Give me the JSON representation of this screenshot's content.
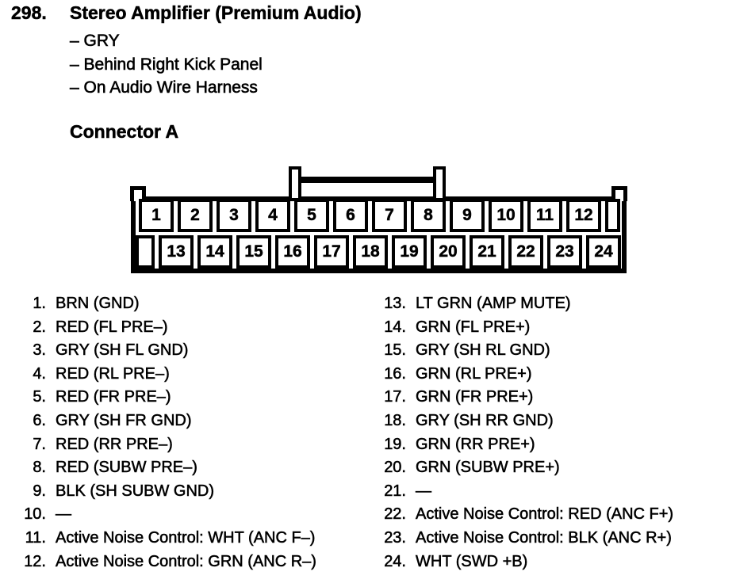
{
  "page": {
    "section_number": "298.",
    "title": "Stereo Amplifier (Premium Audio)",
    "details": [
      "– GRY",
      "– Behind Right Kick Panel",
      "– On Audio Wire Harness"
    ],
    "connector_label": "Connector A"
  },
  "connector": {
    "top_row_pins": [
      "1",
      "2",
      "3",
      "4",
      "5",
      "6",
      "7",
      "8",
      "9",
      "10",
      "11",
      "12"
    ],
    "bottom_row_pins": [
      "13",
      "14",
      "15",
      "16",
      "17",
      "18",
      "19",
      "20",
      "21",
      "22",
      "23",
      "24"
    ]
  },
  "pin_list": {
    "left": [
      {
        "num": "1.",
        "desc": "BRN (GND)"
      },
      {
        "num": "2.",
        "desc": "RED (FL PRE–)"
      },
      {
        "num": "3.",
        "desc": "GRY (SH FL GND)"
      },
      {
        "num": "4.",
        "desc": "RED (RL PRE–)"
      },
      {
        "num": "5.",
        "desc": "RED (FR PRE–)"
      },
      {
        "num": "6.",
        "desc": "GRY (SH FR GND)"
      },
      {
        "num": "7.",
        "desc": "RED (RR PRE–)"
      },
      {
        "num": "8.",
        "desc": "RED (SUBW PRE–)"
      },
      {
        "num": "9.",
        "desc": "BLK (SH SUBW GND)"
      },
      {
        "num": "10.",
        "desc": "—"
      },
      {
        "num": "11.",
        "desc": "Active Noise Control: WHT (ANC F–)"
      },
      {
        "num": "12.",
        "desc": "Active Noise Control: GRN (ANC R–)"
      }
    ],
    "right": [
      {
        "num": "13.",
        "desc": "LT GRN (AMP MUTE)"
      },
      {
        "num": "14.",
        "desc": "GRN (FL PRE+)"
      },
      {
        "num": "15.",
        "desc": "GRY (SH RL GND)"
      },
      {
        "num": "16.",
        "desc": "GRN (RL PRE+)"
      },
      {
        "num": "17.",
        "desc": "GRN (FR PRE+)"
      },
      {
        "num": "18.",
        "desc": "GRY (SH RR GND)"
      },
      {
        "num": "19.",
        "desc": "GRN (RR PRE+)"
      },
      {
        "num": "20.",
        "desc": "GRN (SUBW PRE+)"
      },
      {
        "num": "21.",
        "desc": "—"
      },
      {
        "num": "22.",
        "desc": "Active Noise Control: RED (ANC F+)"
      },
      {
        "num": "23.",
        "desc": "Active Noise Control: BLK (ANC R+)"
      },
      {
        "num": "24.",
        "desc": "WHT (SWD +B)"
      }
    ]
  },
  "colors": {
    "ink": "#000000",
    "paper": "#ffffff"
  }
}
